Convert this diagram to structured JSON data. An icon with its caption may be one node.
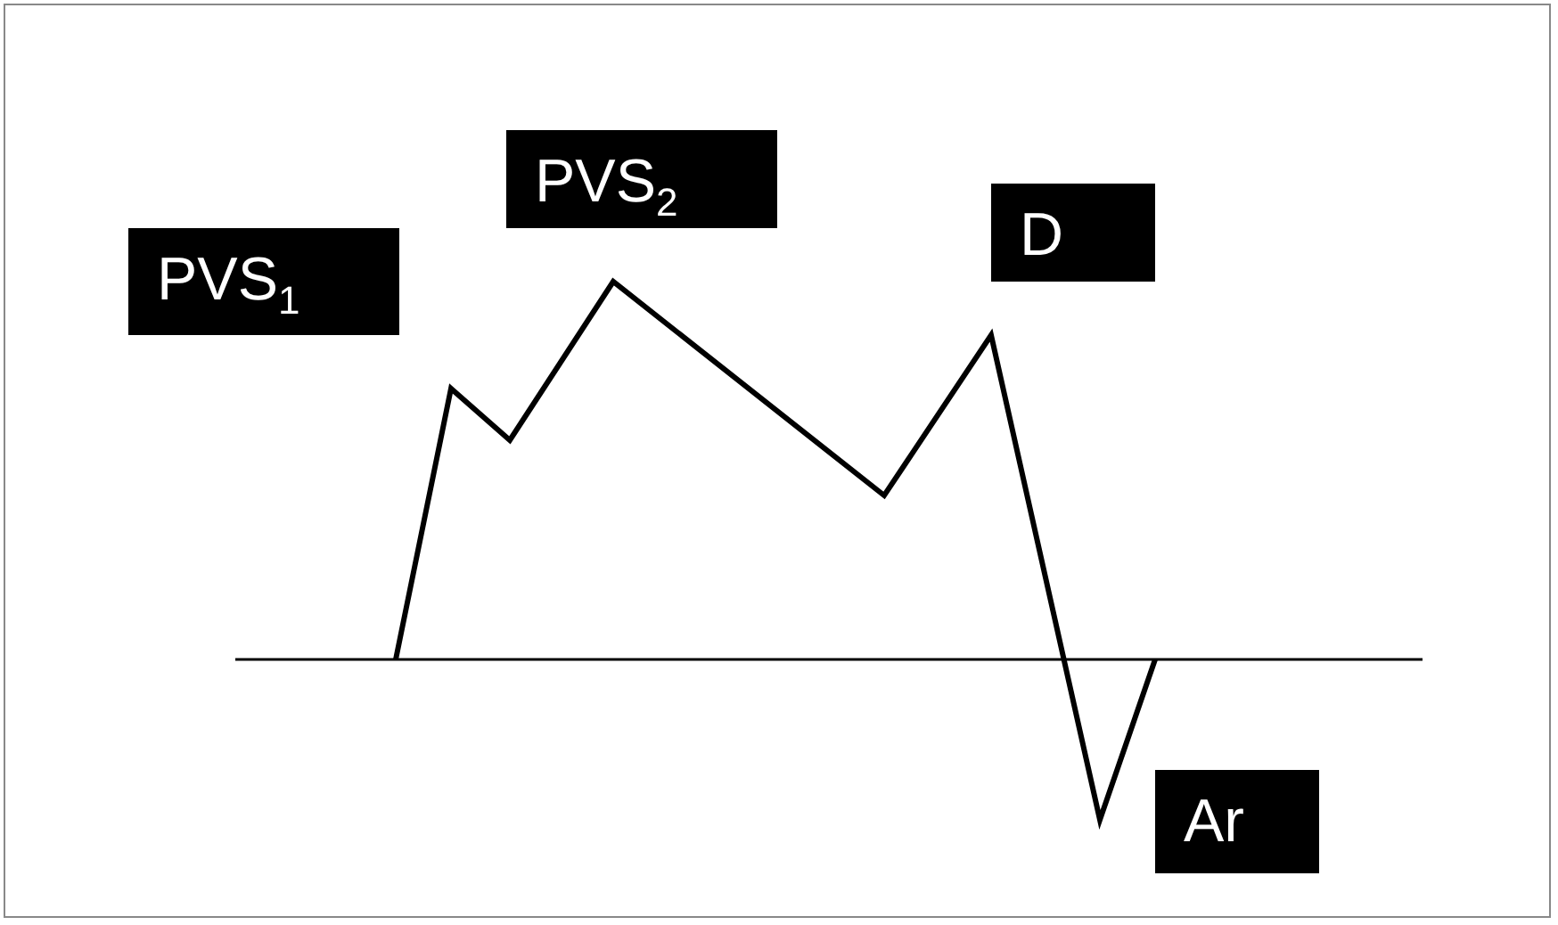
{
  "diagram": {
    "labels": [
      "PVS$_{1}$",
      "PVS$_{2}$",
      "D",
      "Ar"
    ]
  }
}
